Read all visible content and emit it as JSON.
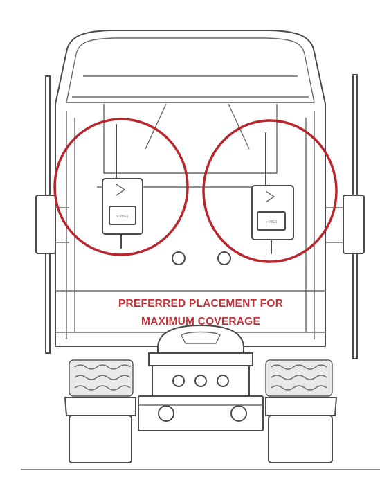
{
  "caption": {
    "line1": "PREFERRED PLACEMENT FOR",
    "line2": "MAXIMUM COVERAGE"
  },
  "device_label": "x-VBE1",
  "colors": {
    "highlight": "#b8272e",
    "caption": "#c0333a",
    "linework": "#4a4a4a"
  }
}
